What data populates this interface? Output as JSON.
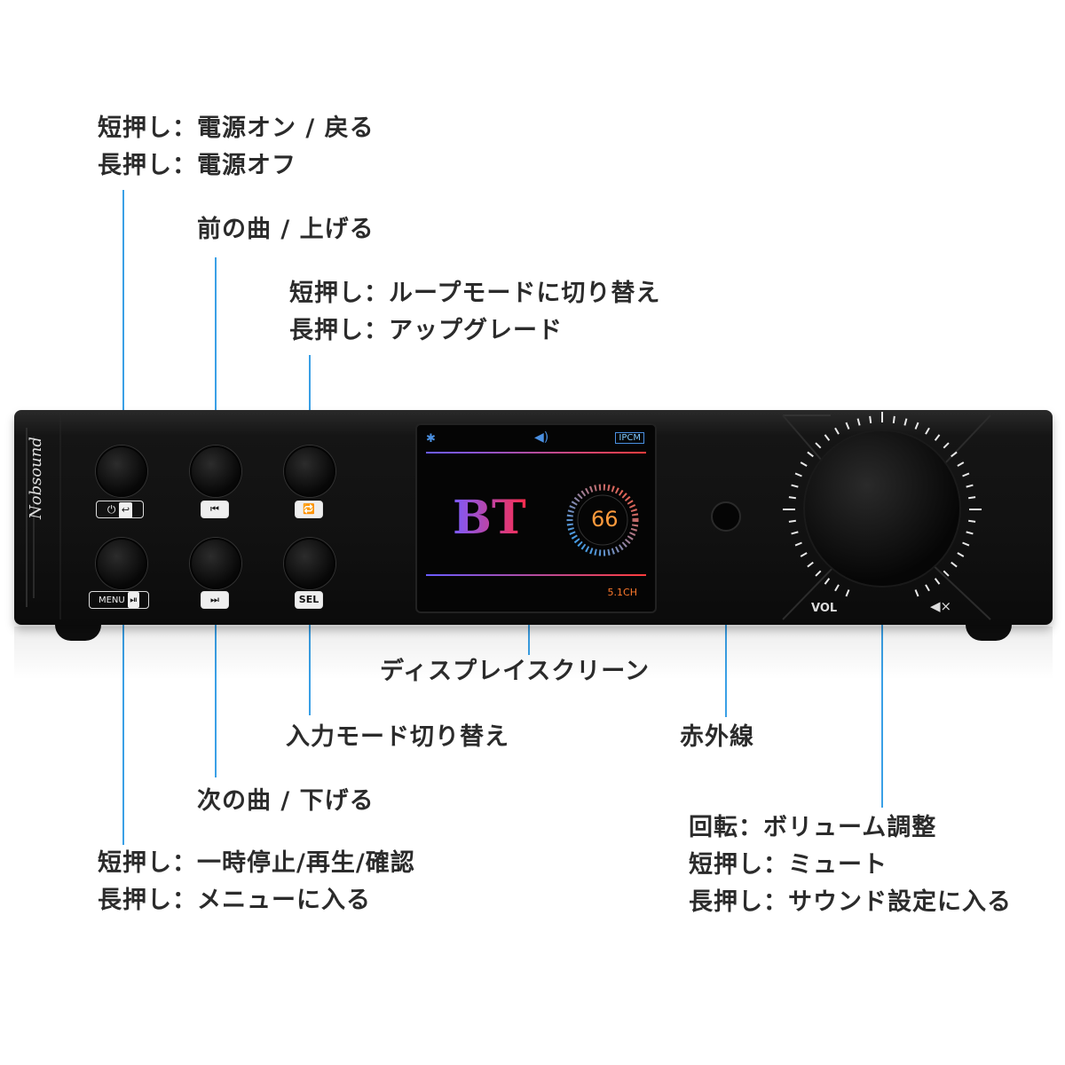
{
  "labels": {
    "power_line1": "短押し：電源オン / 戻る",
    "power_line2": "長押し：電源オフ",
    "prev": "前の曲 / 上げる",
    "loop_line1": "短押し：ループモードに切り替え",
    "loop_line2": "長押し：アップグレード",
    "display": "ディスプレイスクリーン",
    "input": "入力モード切り替え",
    "ir": "赤外線",
    "next": "次の曲 / 下げる",
    "menu_line1": "短押し：一時停止/再生/確認",
    "menu_line2": "長押し：メニューに入る",
    "knob_line1": "回転：ボリューム調整",
    "knob_line2": "短押し：ミュート",
    "knob_line3": "長押し：サウンド設定に入る"
  },
  "device": {
    "brand": "Nobsound",
    "menu_tag": "MENU",
    "sel_tag": "SEL",
    "vol_label": "VOL"
  },
  "screen": {
    "source": "BT",
    "volume": "66",
    "format": "IPCM",
    "channels": "5.1CH"
  },
  "colors": {
    "accent": "#3aa0e6"
  }
}
